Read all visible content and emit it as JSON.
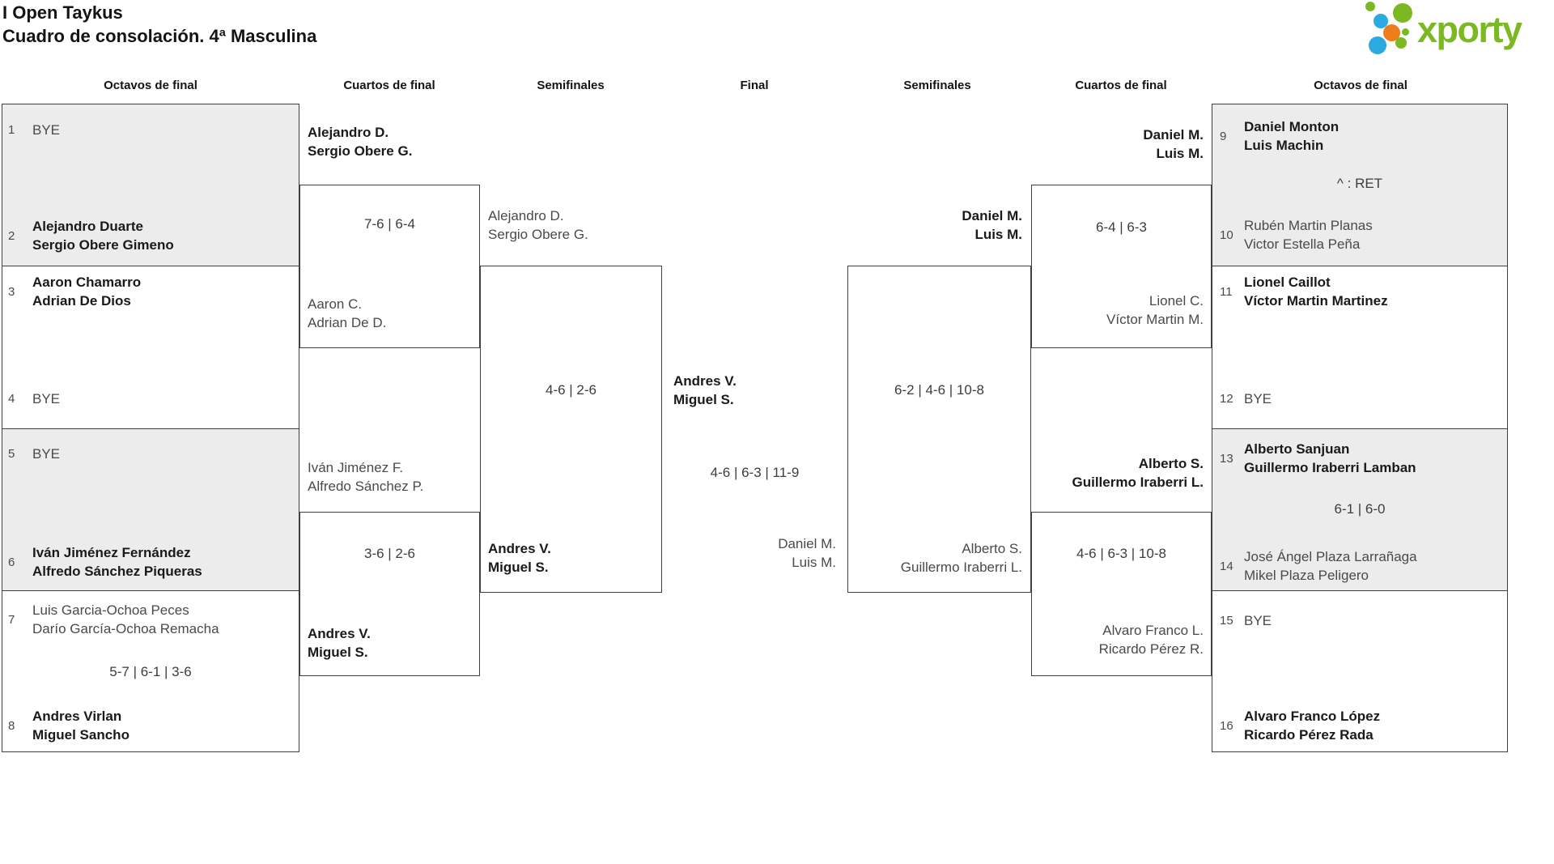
{
  "title": {
    "line1": "I Open Taykus",
    "line2": "Cuadro de consolación. 4ª Masculina"
  },
  "logo": {
    "text": "xporty",
    "color_green": "#7cb822",
    "color_blue": "#2ba9e1",
    "color_orange": "#ee7c18"
  },
  "colors": {
    "box_border": "#3f3f3f",
    "shaded_box": "#ececec",
    "winner_text": "#1a1a1a",
    "regular_text": "#4a4a4a"
  },
  "headers": [
    "Octavos de final",
    "Cuartos de final",
    "Semifinales",
    "Final",
    "Semifinales",
    "Cuartos de final",
    "Octavos de final"
  ],
  "l16": {
    "m1": {
      "seed1": "1",
      "team1": "BYE",
      "seed2": "2",
      "team2": "Alejandro Duarte\nSergio Obere Gimeno"
    },
    "m2": {
      "seed1": "3",
      "team1": "Aaron Chamarro\nAdrian De Dios",
      "seed2": "4",
      "team2": "BYE"
    },
    "m3": {
      "seed1": "5",
      "team1": "BYE",
      "seed2": "6",
      "team2": "Iván Jiménez Fernández\nAlfredo Sánchez Piqueras"
    },
    "m4": {
      "seed1": "7",
      "team1": "Luis Garcia-Ochoa Peces\nDarío García-Ochoa Remacha",
      "seed2": "8",
      "team2": "Andres Virlan\nMiguel Sancho",
      "score": "5-7 | 6-1 | 3-6"
    }
  },
  "r16": {
    "m1": {
      "seed1": "9",
      "team1": "Daniel Monton\nLuis Machin",
      "seed2": "10",
      "team2": "Rubén Martin Planas\nVictor Estella Peña",
      "score": "^ : RET"
    },
    "m2": {
      "seed1": "11",
      "team1": "Lionel Caillot\nVíctor Martin Martinez",
      "seed2": "12",
      "team2": "BYE"
    },
    "m3": {
      "seed1": "13",
      "team1": "Alberto Sanjuan\nGuillermo Iraberri Lamban",
      "seed2": "14",
      "team2": "José Ángel Plaza Larrañaga\nMikel Plaza Peligero",
      "score": "6-1 | 6-0"
    },
    "m4": {
      "seed1": "15",
      "team1": "BYE",
      "seed2": "16",
      "team2": "Alvaro Franco López\nRicardo Pérez Rada"
    }
  },
  "lqf": {
    "m1": {
      "top": "Alejandro D.\nSergio Obere G.",
      "score": "7-6 | 6-4",
      "bottom": "Aaron C.\nAdrian De D."
    },
    "m2": {
      "top": "Iván Jiménez F.\nAlfredo Sánchez P.",
      "score": "3-6 | 2-6",
      "bottom": "Andres V.\nMiguel S."
    }
  },
  "rqf": {
    "m1": {
      "top": "Daniel M.\nLuis M.",
      "score": "6-4 | 6-3",
      "bottom": "Lionel C.\nVíctor Martin M."
    },
    "m2": {
      "top": "Alberto S.\nGuillermo Iraberri L.",
      "score": "4-6 | 6-3 | 10-8",
      "bottom": "Alvaro Franco L.\nRicardo Pérez R."
    }
  },
  "lsf": {
    "top": "Alejandro D.\nSergio Obere G.",
    "score": "4-6 | 2-6",
    "bottom": "Andres V.\nMiguel S."
  },
  "rsf": {
    "top": "Daniel M.\nLuis M.",
    "score": "6-2 | 4-6 | 10-8",
    "bottom": "Alberto S.\nGuillermo Iraberri L."
  },
  "final": {
    "top": "Andres V.\nMiguel S.",
    "score": "4-6 | 6-3 | 11-9",
    "bottom": "Daniel M.\nLuis M."
  }
}
